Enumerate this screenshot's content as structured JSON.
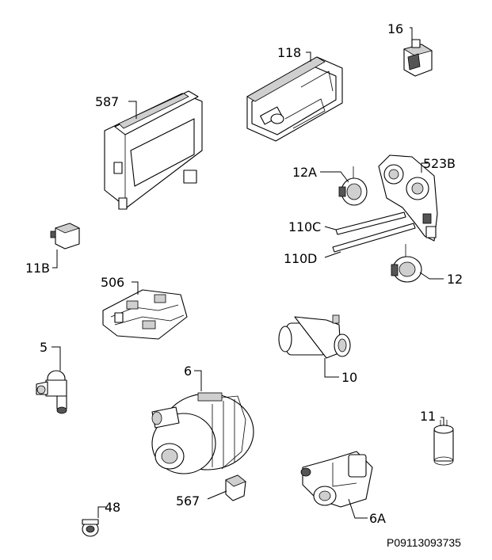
{
  "diagram": {
    "drawing_code": "P09113093735",
    "parts": [
      {
        "id": "p16",
        "label": "16"
      },
      {
        "id": "p118",
        "label": "118"
      },
      {
        "id": "p587",
        "label": "587"
      },
      {
        "id": "p12A",
        "label": "12A"
      },
      {
        "id": "p523B",
        "label": "523B"
      },
      {
        "id": "p110C",
        "label": "110C"
      },
      {
        "id": "p110D",
        "label": "110D"
      },
      {
        "id": "p11B",
        "label": "11B"
      },
      {
        "id": "p12",
        "label": "12"
      },
      {
        "id": "p506",
        "label": "506"
      },
      {
        "id": "p5",
        "label": "5"
      },
      {
        "id": "p10",
        "label": "10"
      },
      {
        "id": "p6",
        "label": "6"
      },
      {
        "id": "p11",
        "label": "11"
      },
      {
        "id": "p567",
        "label": "567"
      },
      {
        "id": "p48",
        "label": "48"
      },
      {
        "id": "p6A",
        "label": "6A"
      }
    ]
  }
}
